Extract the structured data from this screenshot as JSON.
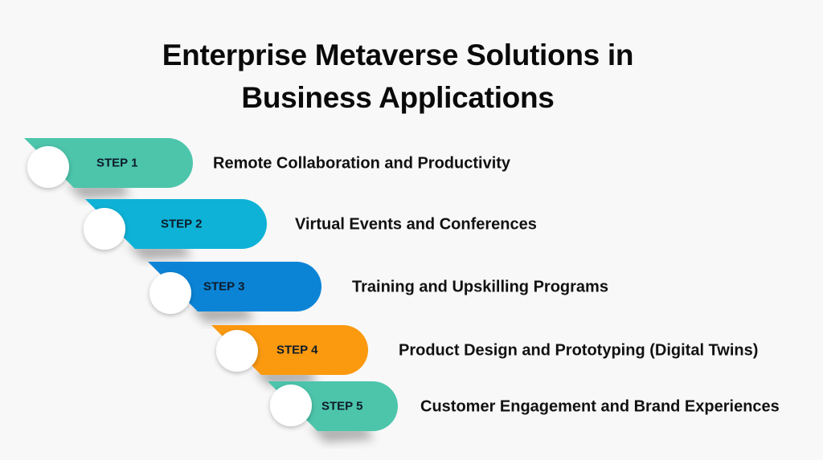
{
  "title": {
    "line1": "Enterprise Metaverse Solutions in",
    "line2": "Business Applications"
  },
  "steps": [
    {
      "label": "STEP 1",
      "text": "Remote Collaboration and Productivity",
      "color": "#4cc5ab"
    },
    {
      "label": "STEP 2",
      "text": "Virtual Events and Conferences",
      "color": "#0db2d6"
    },
    {
      "label": "STEP 3",
      "text": "Training and Upskilling Programs",
      "color": "#0b84d6"
    },
    {
      "label": "STEP 4",
      "text": "Product Design and Prototyping (Digital Twins)",
      "color": "#fb990f"
    },
    {
      "label": "STEP 5",
      "text": "Customer Engagement and Brand Experiences",
      "color": "#4cc5ab"
    }
  ]
}
